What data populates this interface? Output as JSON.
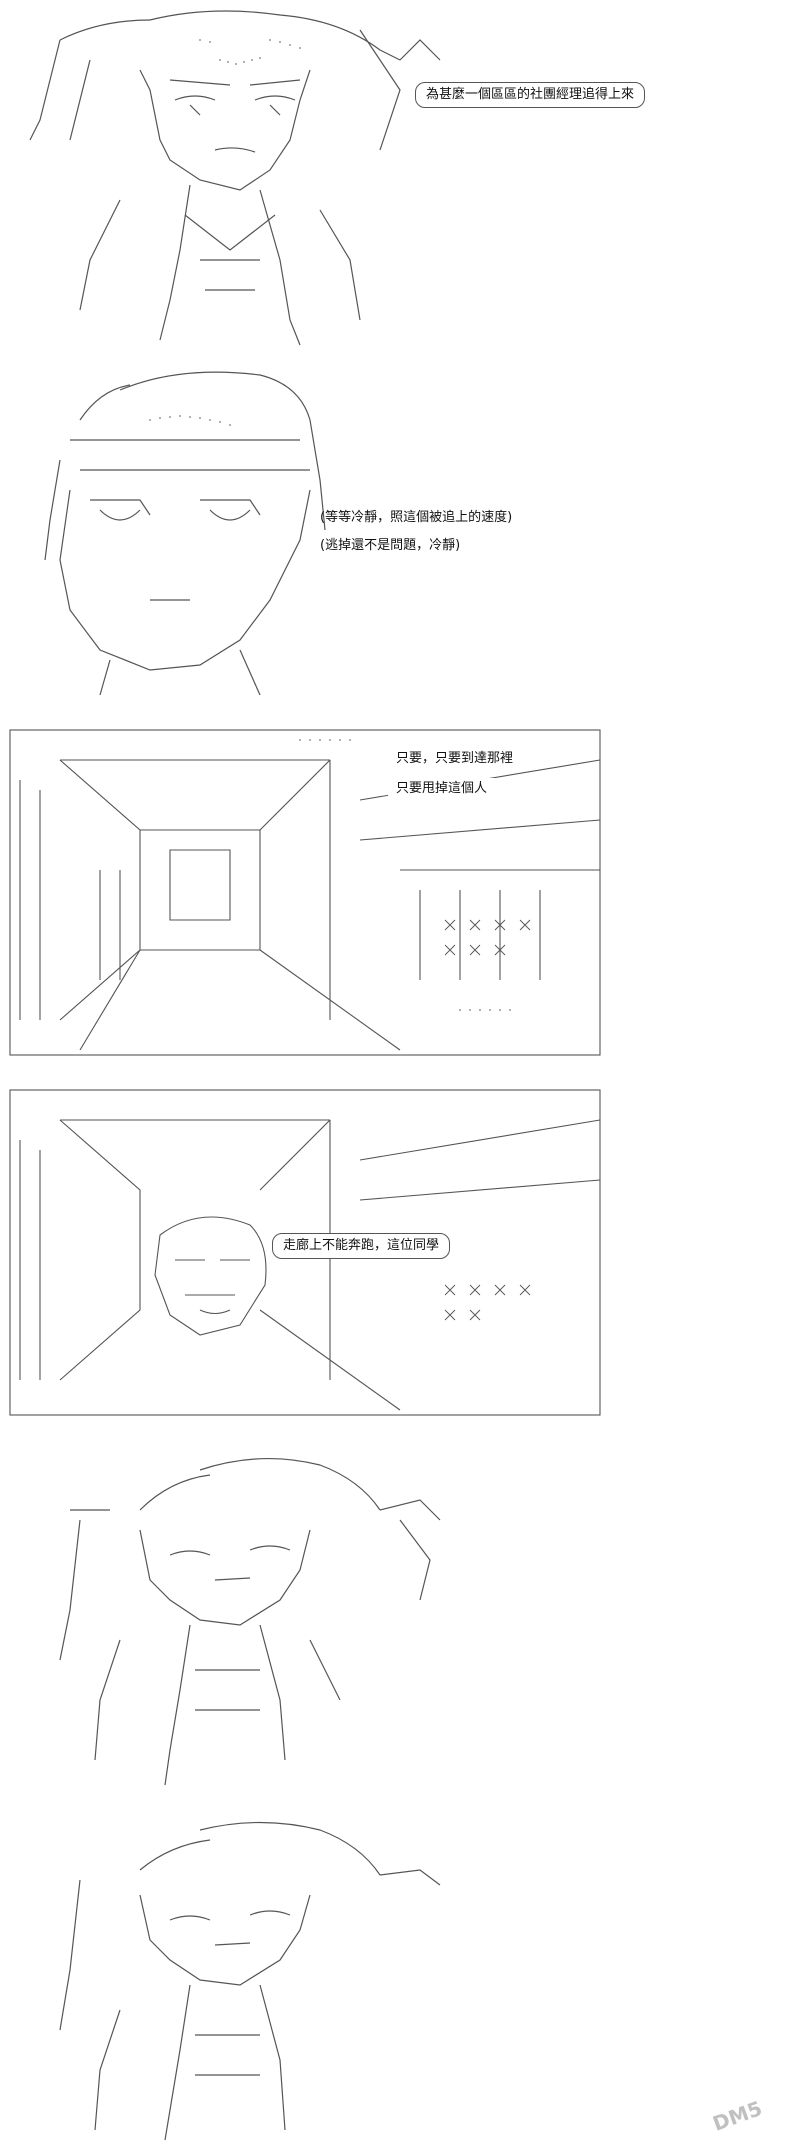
{
  "panels": [
    {
      "id": "panel-1",
      "dialogue": [
        "為甚麼一個區區的社團經理追得上來"
      ]
    },
    {
      "id": "panel-2",
      "dialogue": [
        "(等等冷靜，照這個被追上的速度)",
        "(逃掉還不是問題，冷靜)"
      ]
    },
    {
      "id": "panel-3",
      "dialogue": [
        "只要，只要到達那裡",
        "只要甩掉這個人"
      ]
    },
    {
      "id": "panel-4",
      "dialogue": [
        "走廊上不能奔跑，這位同學"
      ]
    },
    {
      "id": "panel-5",
      "dialogue": []
    },
    {
      "id": "panel-6",
      "dialogue": []
    }
  ],
  "watermark": {
    "text": "DM5"
  },
  "colors": {
    "line": "#555555",
    "dots": "#9a9a9a",
    "background": "#ffffff",
    "watermark": "#c0c0c0"
  }
}
